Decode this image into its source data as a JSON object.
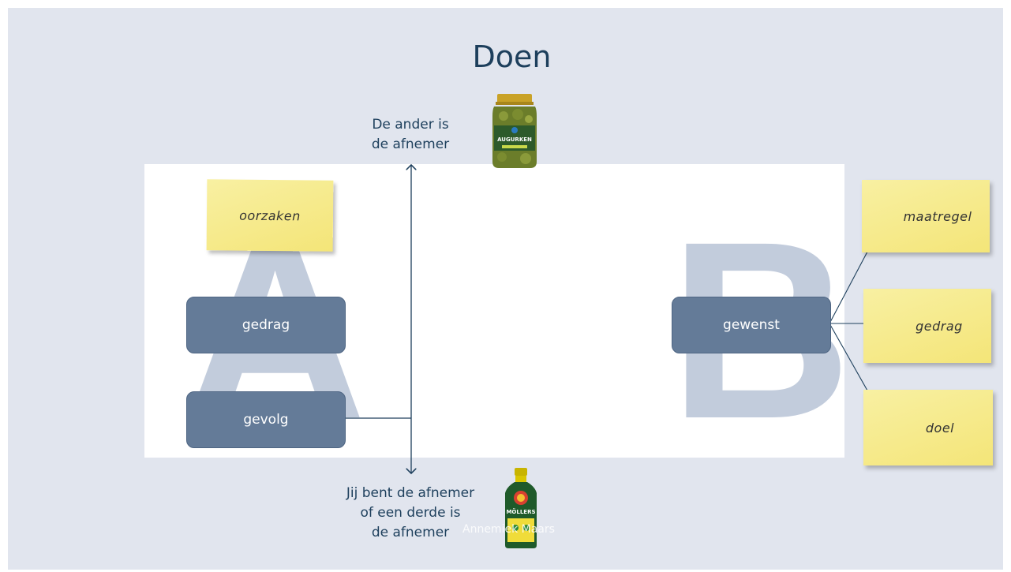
{
  "title": "Doen",
  "letters": {
    "a": "A",
    "b": "B"
  },
  "boxes": {
    "gedrag": "gedrag",
    "gevolg": "gevolg",
    "gewenst": "gewenst"
  },
  "stickies": {
    "oorzaken": "oorzaken",
    "maatregel": "maatregel",
    "gedrag": "gedrag",
    "doel": "doel"
  },
  "labels": {
    "top_line1": "De ander is",
    "top_line2": "de afnemer",
    "bottom_line1": "Jij bent de afnemer",
    "bottom_line2": "of een derde is",
    "bottom_line3": "de afnemer"
  },
  "products": {
    "top_jar_text": "AUGURKEN",
    "bottom_bottle_text": "MÖLLERS"
  },
  "footer": "Annemiek Maars",
  "colors": {
    "background": "#e1e5ee",
    "box": "#647b98",
    "title": "#1d3f5c",
    "sticky": "#f5e98a"
  }
}
